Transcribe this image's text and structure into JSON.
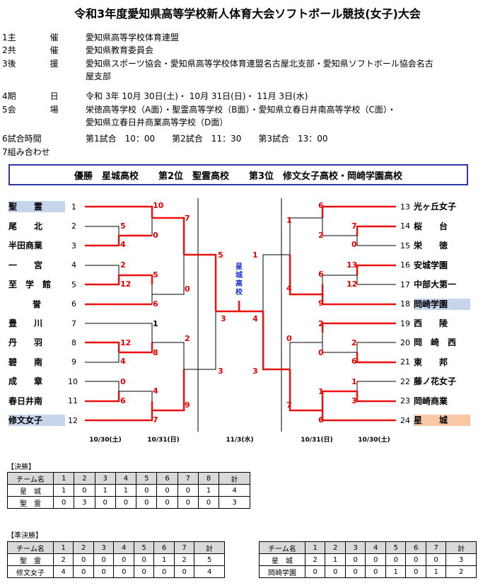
{
  "title": "令和3年度愛知県高等学校新人体育大会ソフトボール競技(女子)大会",
  "info": [
    {
      "num": "1主　　　　催",
      "val": "愛知県高等学校体育連盟"
    },
    {
      "num": "2共　　　　催",
      "val": "愛知県教育委員会"
    },
    {
      "num": "3後　　　　援",
      "val": "愛知県スポーツ協会・愛知県高等学校体育連盟名古屋北支部・愛知県ソフトボール協会名古"
    },
    {
      "num": "",
      "val": "屋支部"
    },
    {
      "num": "4期　　　　日",
      "val": "令和 3年 10月 30日(土)・ 10月 31日(日)・ 11月 3日(水)"
    },
    {
      "num": "5会　　　　場",
      "val": "栄徳高等学校（A面）・聖霊高等学校（B面）・愛知県立春日井南高等学校（C面）・"
    },
    {
      "num": "",
      "val": "愛知県立春日井商業高等学校（D面）"
    },
    {
      "num": "6試合時間",
      "val": "第1試合　10：00　　第2試合　11：30　　第3試合　13：00"
    },
    {
      "num": "7組み合わせ",
      "val": ""
    }
  ],
  "winners": {
    "first": "優勝　星城高校",
    "second": "第2位　聖霊高校",
    "third": "第3位　修文女子高校・岡崎学園高校"
  },
  "left_teams": [
    "聖　　霊",
    "尾　　北",
    "半田商業",
    "一　　宮",
    "至　学　館",
    "誉",
    "豊　　川",
    "丹　　羽",
    "碧　　南",
    "成　　章",
    "春日井南",
    "修文女子"
  ],
  "right_teams": [
    "光ヶ丘女子",
    "桜　　台",
    "栄　　徳",
    "安城学園",
    "中部大第一",
    "岡崎学園",
    "西　　陵",
    "岡　崎　西",
    "東　　邦",
    "藤ノ花女子",
    "岡崎商業",
    "星　　城"
  ],
  "left_nums": [
    "1",
    "2",
    "3",
    "4",
    "5",
    "6",
    "7",
    "8",
    "9",
    "10",
    "11",
    "12"
  ],
  "right_nums": [
    "13",
    "14",
    "15",
    "16",
    "17",
    "18",
    "19",
    "20",
    "21",
    "22",
    "23",
    "24"
  ],
  "scores": {
    "l1a": "10",
    "l1b": "0",
    "l2a": "5",
    "l2b": "4",
    "l3a": "2",
    "l3b": "12",
    "l4a": "5",
    "l4b": "6",
    "l5a": "1",
    "l5b": "8",
    "l6a": "12",
    "l6b": "4",
    "l7a": "0",
    "l7b": "6",
    "l8a": "7",
    "l8b": "0",
    "l9a": "2",
    "l9b": "9",
    "l10a": "5",
    "l10b": "3",
    "l11a": "4",
    "l11b": "7",
    "r1a": "6",
    "r1b": "2",
    "r2a": "7",
    "r2b": "0",
    "r3a": "13",
    "r3b": "12",
    "r4a": "6",
    "r4b": "9",
    "r5a": "1",
    "r5b": "4",
    "r6a": "2",
    "r6b": "0",
    "r7a": "2",
    "r7b": "6",
    "r8a": "1",
    "r8b": "6",
    "r9a": "0",
    "r9b": "7",
    "r10a": "1",
    "r10b": "3",
    "f_l": "3",
    "f_r": "4"
  },
  "champion_label": "星城高校",
  "dates": [
    "10/30(土)",
    "10/31(日)",
    "11/3(水)",
    "10/31(日)",
    "10/30(土)"
  ],
  "final_caption": "【決勝】",
  "semi_caption": "【準決勝】",
  "final_table": {
    "header": [
      "チーム名",
      "1",
      "2",
      "3",
      "4",
      "5",
      "6",
      "7",
      "8",
      "計"
    ],
    "rows": [
      [
        "星　城",
        "1",
        "0",
        "1",
        "1",
        "0",
        "0",
        "0",
        "1",
        "4"
      ],
      [
        "聖　霊",
        "0",
        "3",
        "0",
        "0",
        "0",
        "0",
        "0",
        "0",
        "3"
      ]
    ]
  },
  "semi_table_1": {
    "header": [
      "チーム名",
      "1",
      "2",
      "3",
      "4",
      "5",
      "6",
      "7",
      "計"
    ],
    "rows": [
      [
        "聖　霊",
        "2",
        "0",
        "0",
        "0",
        "0",
        "1",
        "2",
        "5"
      ],
      [
        "修文女子",
        "4",
        "0",
        "0",
        "0",
        "0",
        "0",
        "0",
        "4"
      ]
    ]
  },
  "semi_table_2": {
    "header": [
      "チーム名",
      "1",
      "2",
      "3",
      "4",
      "5",
      "6",
      "7",
      "計"
    ],
    "rows": [
      [
        "星　城",
        "2",
        "1",
        "0",
        "0",
        "0",
        "0",
        "0",
        "3"
      ],
      [
        "岡崎学園",
        "0",
        "0",
        "0",
        "0",
        "1",
        "0",
        "1",
        "2"
      ]
    ]
  },
  "colors": {
    "win_line": "#ee1111",
    "lose_line": "#000000",
    "border": "#2a3aa8",
    "highlight_blue": "#c6d4ec",
    "highlight_orange": "#f8c8a6"
  }
}
